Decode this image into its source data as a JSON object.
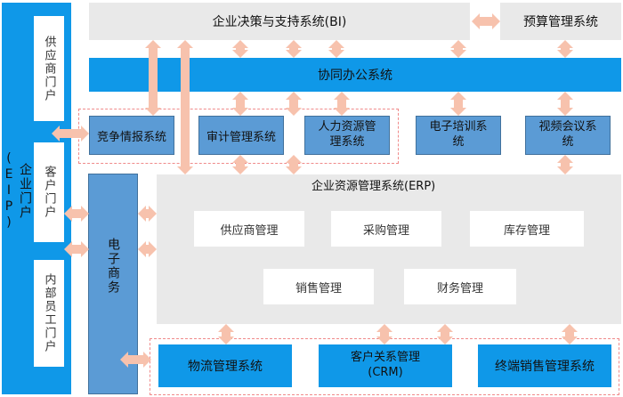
{
  "bi": "企业决策与支持系统(BI)",
  "budget": "预算管理系统",
  "oa": "协同办公系统",
  "portal": {
    "title": "企业门户(EIP)",
    "supplier": "供应商门户",
    "customer": "客户门户",
    "employee": "内部员工门户"
  },
  "competitive": "竞争情报系统",
  "audit": "审计管理系统",
  "hr": "人力资源管理系统",
  "training": "电子培训系统",
  "video": "视频会议系统",
  "ecommerce": "电子商务",
  "erp": {
    "title": "企业资源管理系统(ERP)",
    "supplier_mgmt": "供应商管理",
    "purchase": "采购管理",
    "inventory": "库存管理",
    "sales": "销售管理",
    "finance": "财务管理"
  },
  "logistics": "物流管理系统",
  "crm": "客户关系管理(CRM)",
  "terminal": "终端销售管理系统",
  "colors": {
    "blue": "#0f98e8",
    "mid_blue": "#5b9bd5",
    "gray": "#e9e9e9",
    "arrow": "#f7c2ad",
    "dashed": "#f08a8a"
  }
}
